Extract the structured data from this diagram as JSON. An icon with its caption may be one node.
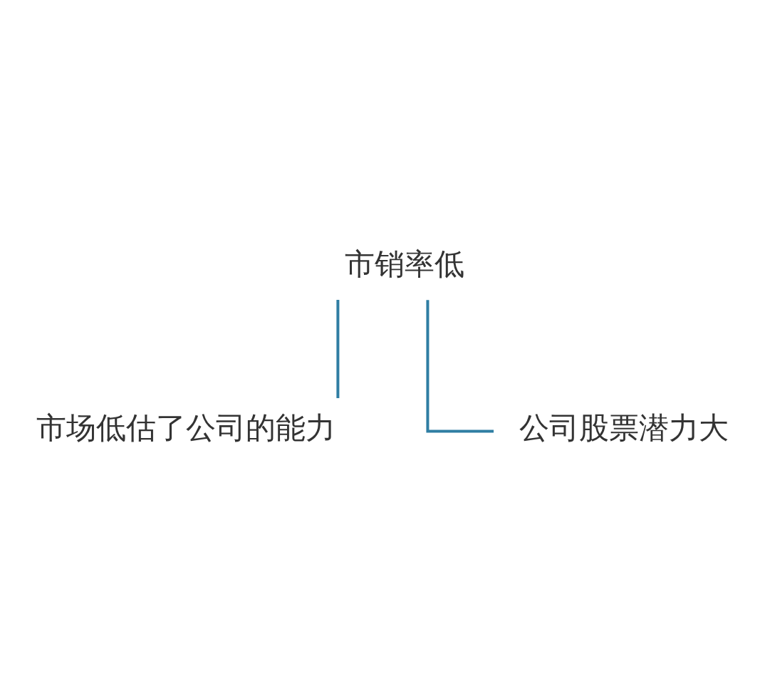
{
  "diagram": {
    "nodes": [
      {
        "text": [
          "市销率低"
        ]
      },
      {
        "text": [
          "市场低估了公司的能力"
        ]
      },
      {
        "text": [
          "公司股票潜力大"
        ]
      }
    ],
    "edges": [
      {
        "from": 0,
        "to": 1,
        "arrow": "none"
      },
      {
        "from": 0,
        "to": 2,
        "arrow": "none"
      }
    ]
  }
}
